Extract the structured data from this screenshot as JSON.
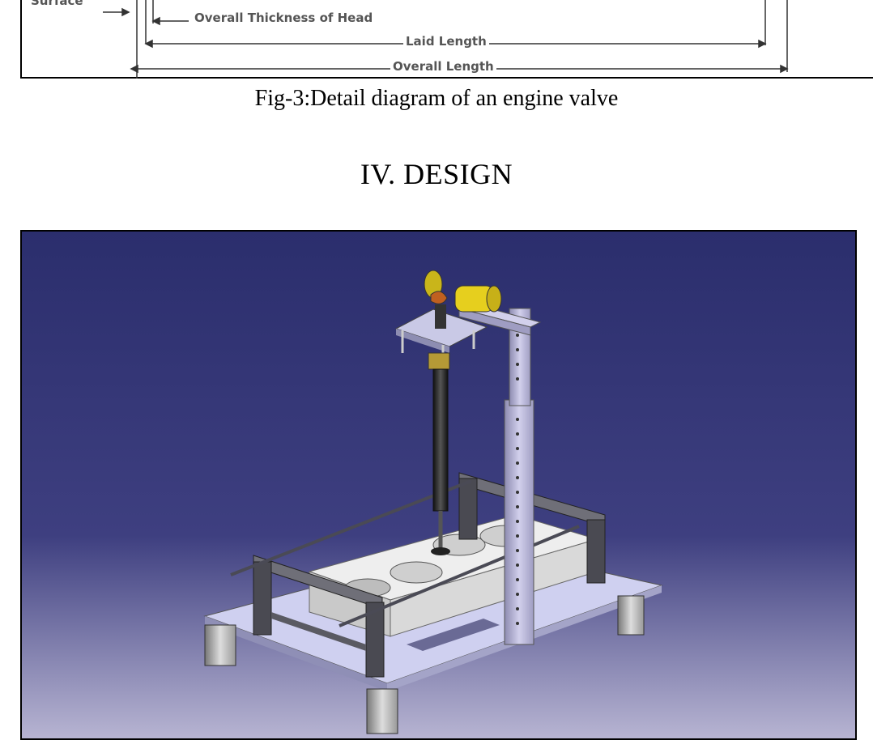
{
  "diagram": {
    "surface_label": "Surface",
    "thickness_label": "Overall Thickness of Head",
    "laid_length_label": "Laid Length",
    "overall_length_label": "Overall Length"
  },
  "caption": "Fig-3:Detail diagram of an engine valve",
  "section_heading": "IV.  DESIGN",
  "render": {
    "background_top": "#2c2f6e",
    "background_bottom": "#b9b6d4",
    "frame_color": "#ccccf0",
    "column_color": "#b9b6d9",
    "rail_color": "#404048",
    "yellow": "#e6cf1e"
  }
}
